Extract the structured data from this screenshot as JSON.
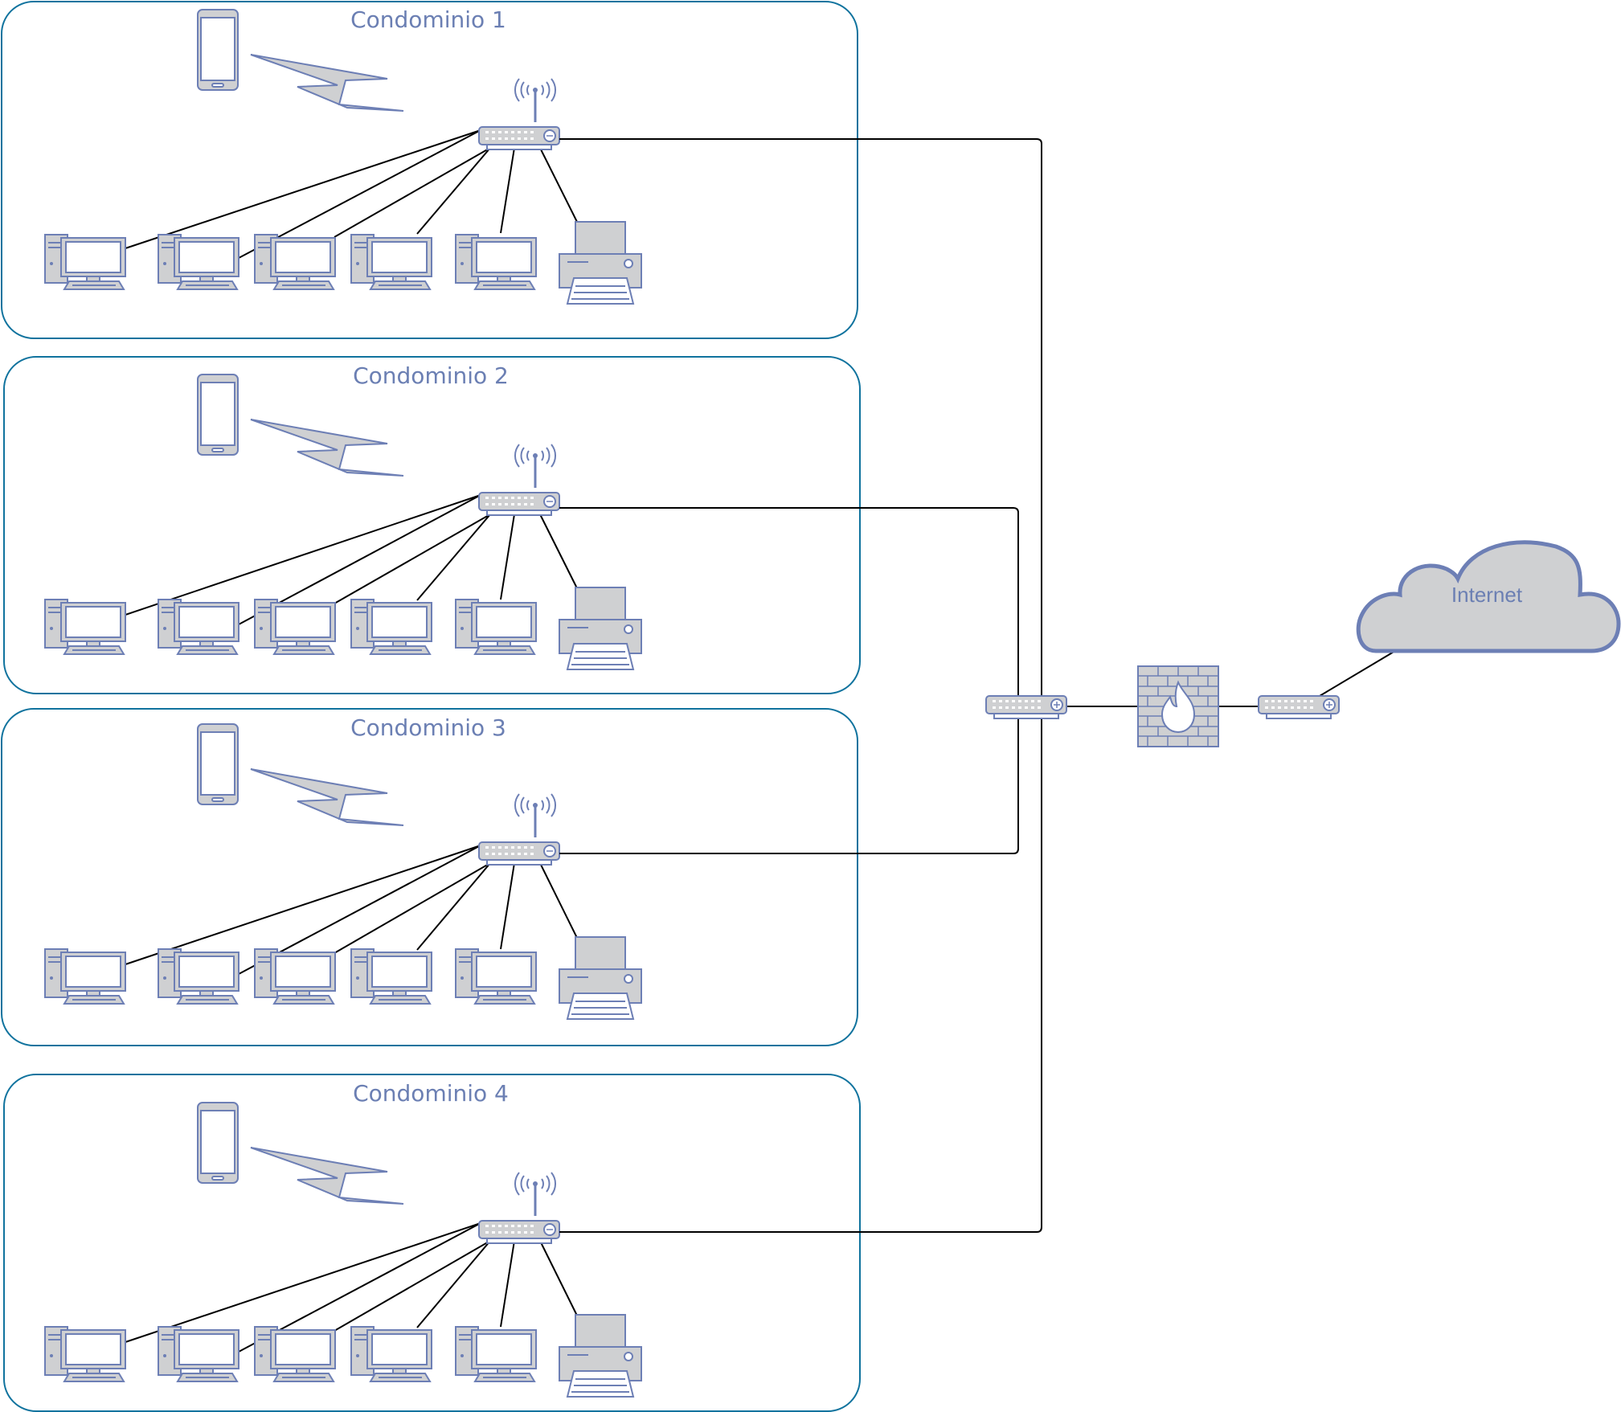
{
  "zones": [
    {
      "title": "Condominio 1"
    },
    {
      "title": "Condominio 2"
    },
    {
      "title": "Condominio 3"
    },
    {
      "title": "Condominio 4"
    }
  ],
  "internet": {
    "label": "Internet"
  },
  "devices_per_zone": {
    "smartphones": 1,
    "wifi_routers": 1,
    "desktop_computers": 5,
    "printers": 1
  },
  "core": {
    "switch": "central-switch",
    "firewall": "firewall",
    "edge_router": "edge-router"
  },
  "icons": [
    "smartphone-icon",
    "wireless-signal-icon",
    "wifi-router-icon",
    "desktop-computer-icon",
    "printer-icon",
    "switch-icon",
    "firewall-icon",
    "cloud-icon"
  ],
  "colors": {
    "zone_border": "#10739e",
    "label_text": "#6b7fb3",
    "device_fill": "#cfd0d2",
    "device_stroke": "#6d7fb5",
    "links": "#000000"
  }
}
